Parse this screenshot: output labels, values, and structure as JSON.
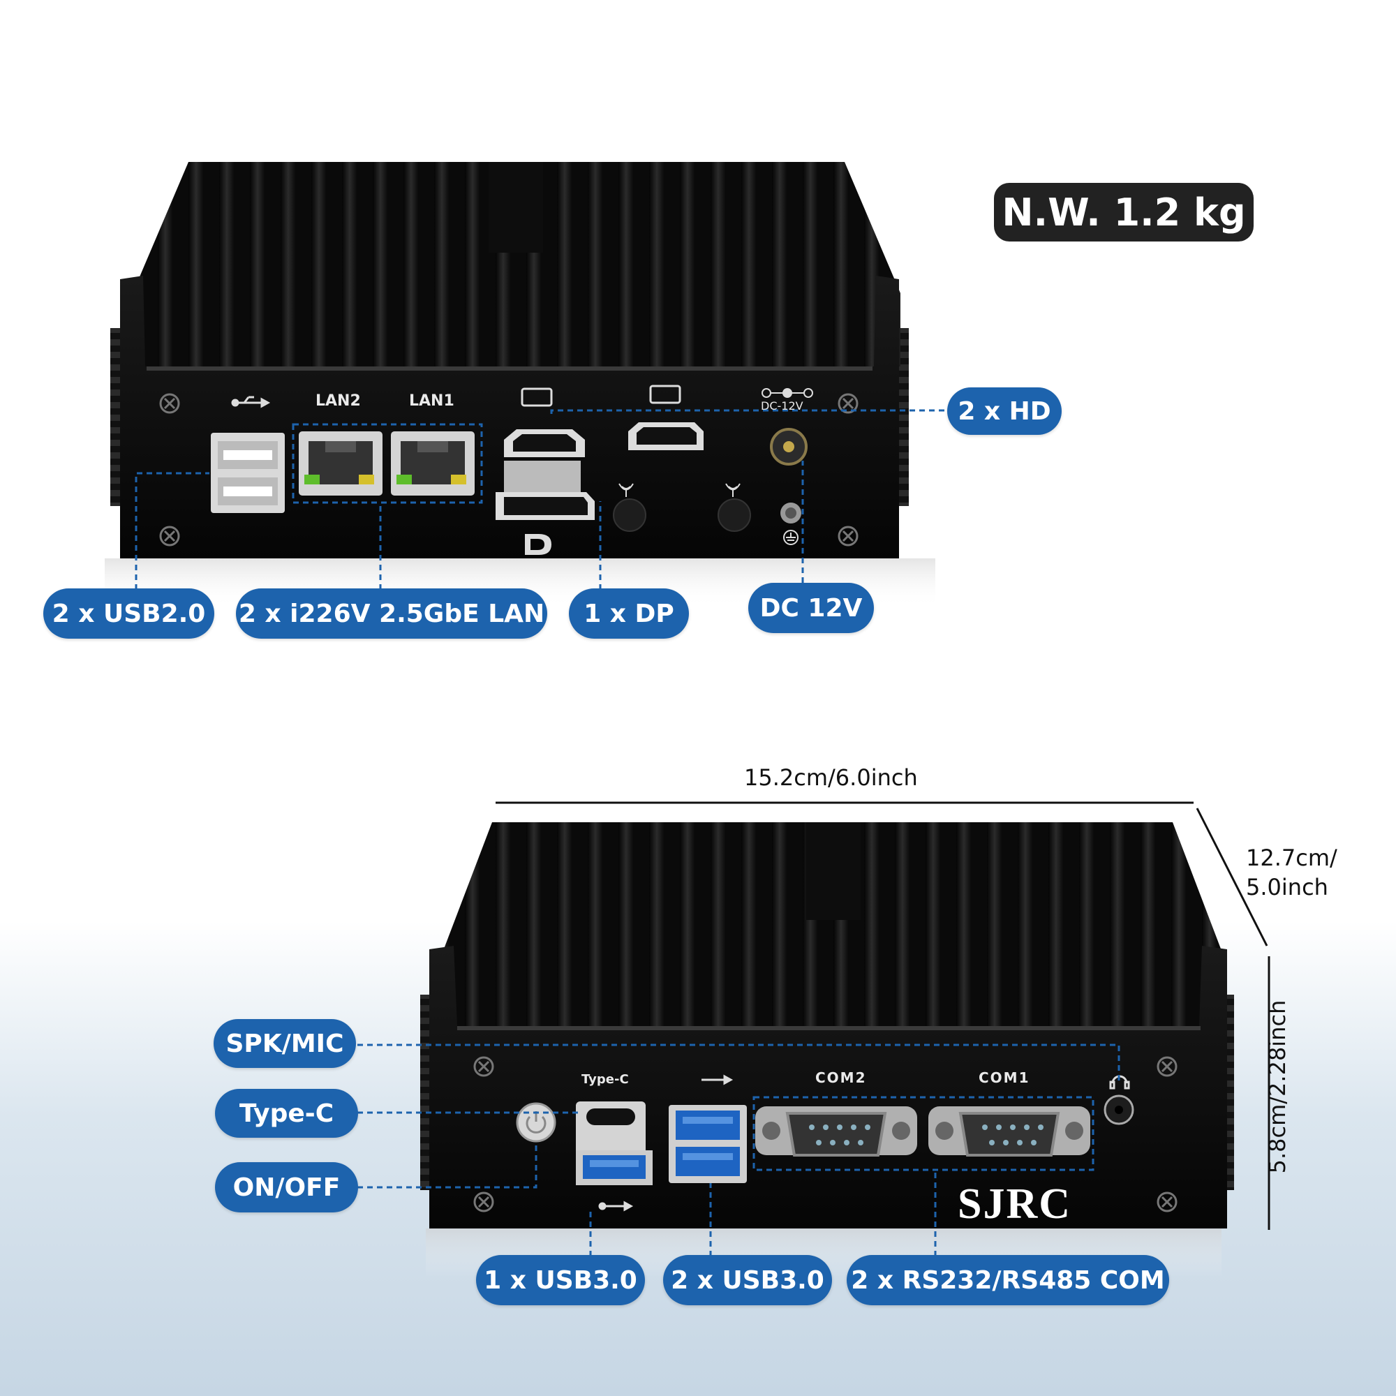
{
  "weight": "N.W. 1.2 kg",
  "front_panel": {
    "port_labels": {
      "lan2": "LAN2",
      "lan1": "LAN1",
      "dc": "DC-12V"
    },
    "callouts": {
      "hd": "2 x HD",
      "usb2": "2 x USB2.0",
      "lan": "2 x i226V 2.5GbE LAN",
      "dp": "1 x DP",
      "dc": "DC 12V"
    }
  },
  "rear_panel": {
    "port_labels": {
      "typec": "Type-C",
      "com2": "COM2",
      "com1": "COM1"
    },
    "brand": "SJRC",
    "callouts": {
      "spk": "SPK/MIC",
      "typec": "Type-C",
      "onoff": "ON/OFF",
      "usb3_single": "1 x USB3.0",
      "usb3_double": "2 x USB3.0",
      "com": "2 x RS232/RS485 COM"
    }
  },
  "dimensions": {
    "width": "15.2cm/6.0inch",
    "depth_line1": "12.7cm/",
    "depth_line2": "5.0inch",
    "height": "5.8cm/2.28inch"
  },
  "colors": {
    "callout_blue": "#1d63ad",
    "device_black": "#0d0d0d",
    "dashed_line": "#1d63ad"
  },
  "icons": [
    "usb-icon",
    "hd-icon",
    "dp-icon",
    "antenna-icon",
    "power-icon",
    "headset-icon",
    "ground-icon",
    "screw-icon"
  ]
}
